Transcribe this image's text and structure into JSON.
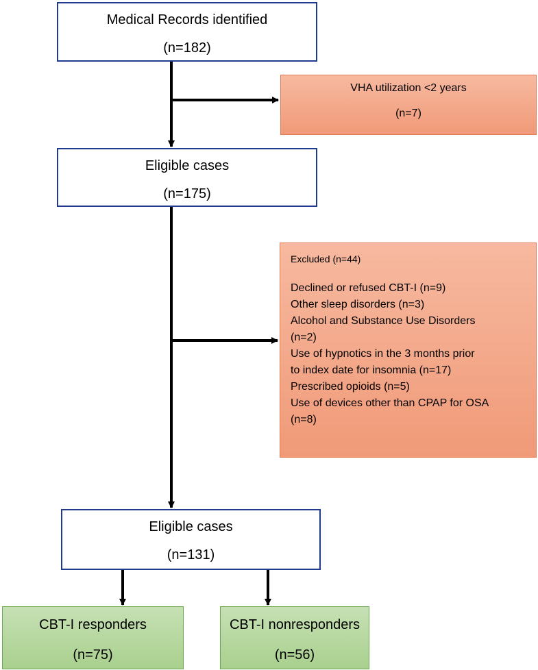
{
  "boxes": {
    "records": {
      "title": "Medical Records identified",
      "count": "(n=182)"
    },
    "vha": {
      "title": "VHA utilization <2 years",
      "count": "(n=7)"
    },
    "eligible1": {
      "title": "Eligible cases",
      "count": "(n=175)"
    },
    "excluded": {
      "heading": "Excluded (n=44)",
      "items": [
        "Declined or refused CBT-I (n=9)",
        "Other sleep disorders (n=3)",
        "Alcohol and Substance Use Disorders",
        "(n=2)",
        "Use of hypnotics in the 3 months prior",
        "to index date for insomnia (n=17)",
        "Prescribed opioids (n=5)",
        "Use of devices other than CPAP for OSA",
        "(n=8)"
      ]
    },
    "eligible2": {
      "title": "Eligible cases",
      "count": "(n=131)"
    },
    "responders": {
      "title": "CBT-I responders",
      "count": "(n=75)"
    },
    "nonresponders": {
      "title": "CBT-I nonresponders",
      "count": "(n=56)"
    }
  },
  "colors": {
    "box_border": "#1f3a8f",
    "orange_fill": "#f4a98a",
    "green_fill": "#b7d7a2",
    "arrow": "#000000"
  }
}
